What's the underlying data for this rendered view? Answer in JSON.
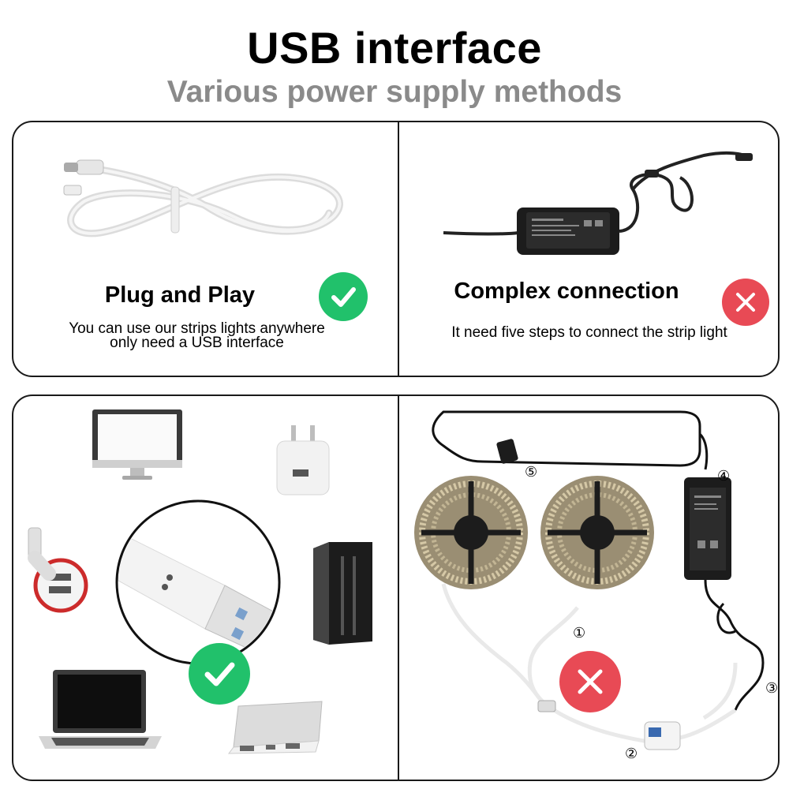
{
  "header": {
    "title": "USB interface",
    "subtitle": "Various power supply methods"
  },
  "left_panel": {
    "heading": "Plug and Play",
    "desc_line1": "You can use our strips lights anywhere",
    "desc_line2": "only need a USB interface",
    "status_icon": "check-icon",
    "status_color": "#21c16b"
  },
  "right_panel": {
    "heading": "Complex connection",
    "desc": "It need five steps to connect the strip light",
    "status_icon": "cross-icon",
    "status_color": "#e84a55"
  },
  "bottom_left": {
    "devices": [
      "monitor-icon",
      "wall-charger-icon",
      "car-charger-icon",
      "usb-plug-icon",
      "pc-tower-icon",
      "laptop-icon",
      "power-bank-icon"
    ],
    "status_icon": "check-icon"
  },
  "bottom_right": {
    "step_labels": [
      "①",
      "②",
      "③",
      "④",
      "⑤"
    ],
    "status_icon": "cross-icon"
  }
}
